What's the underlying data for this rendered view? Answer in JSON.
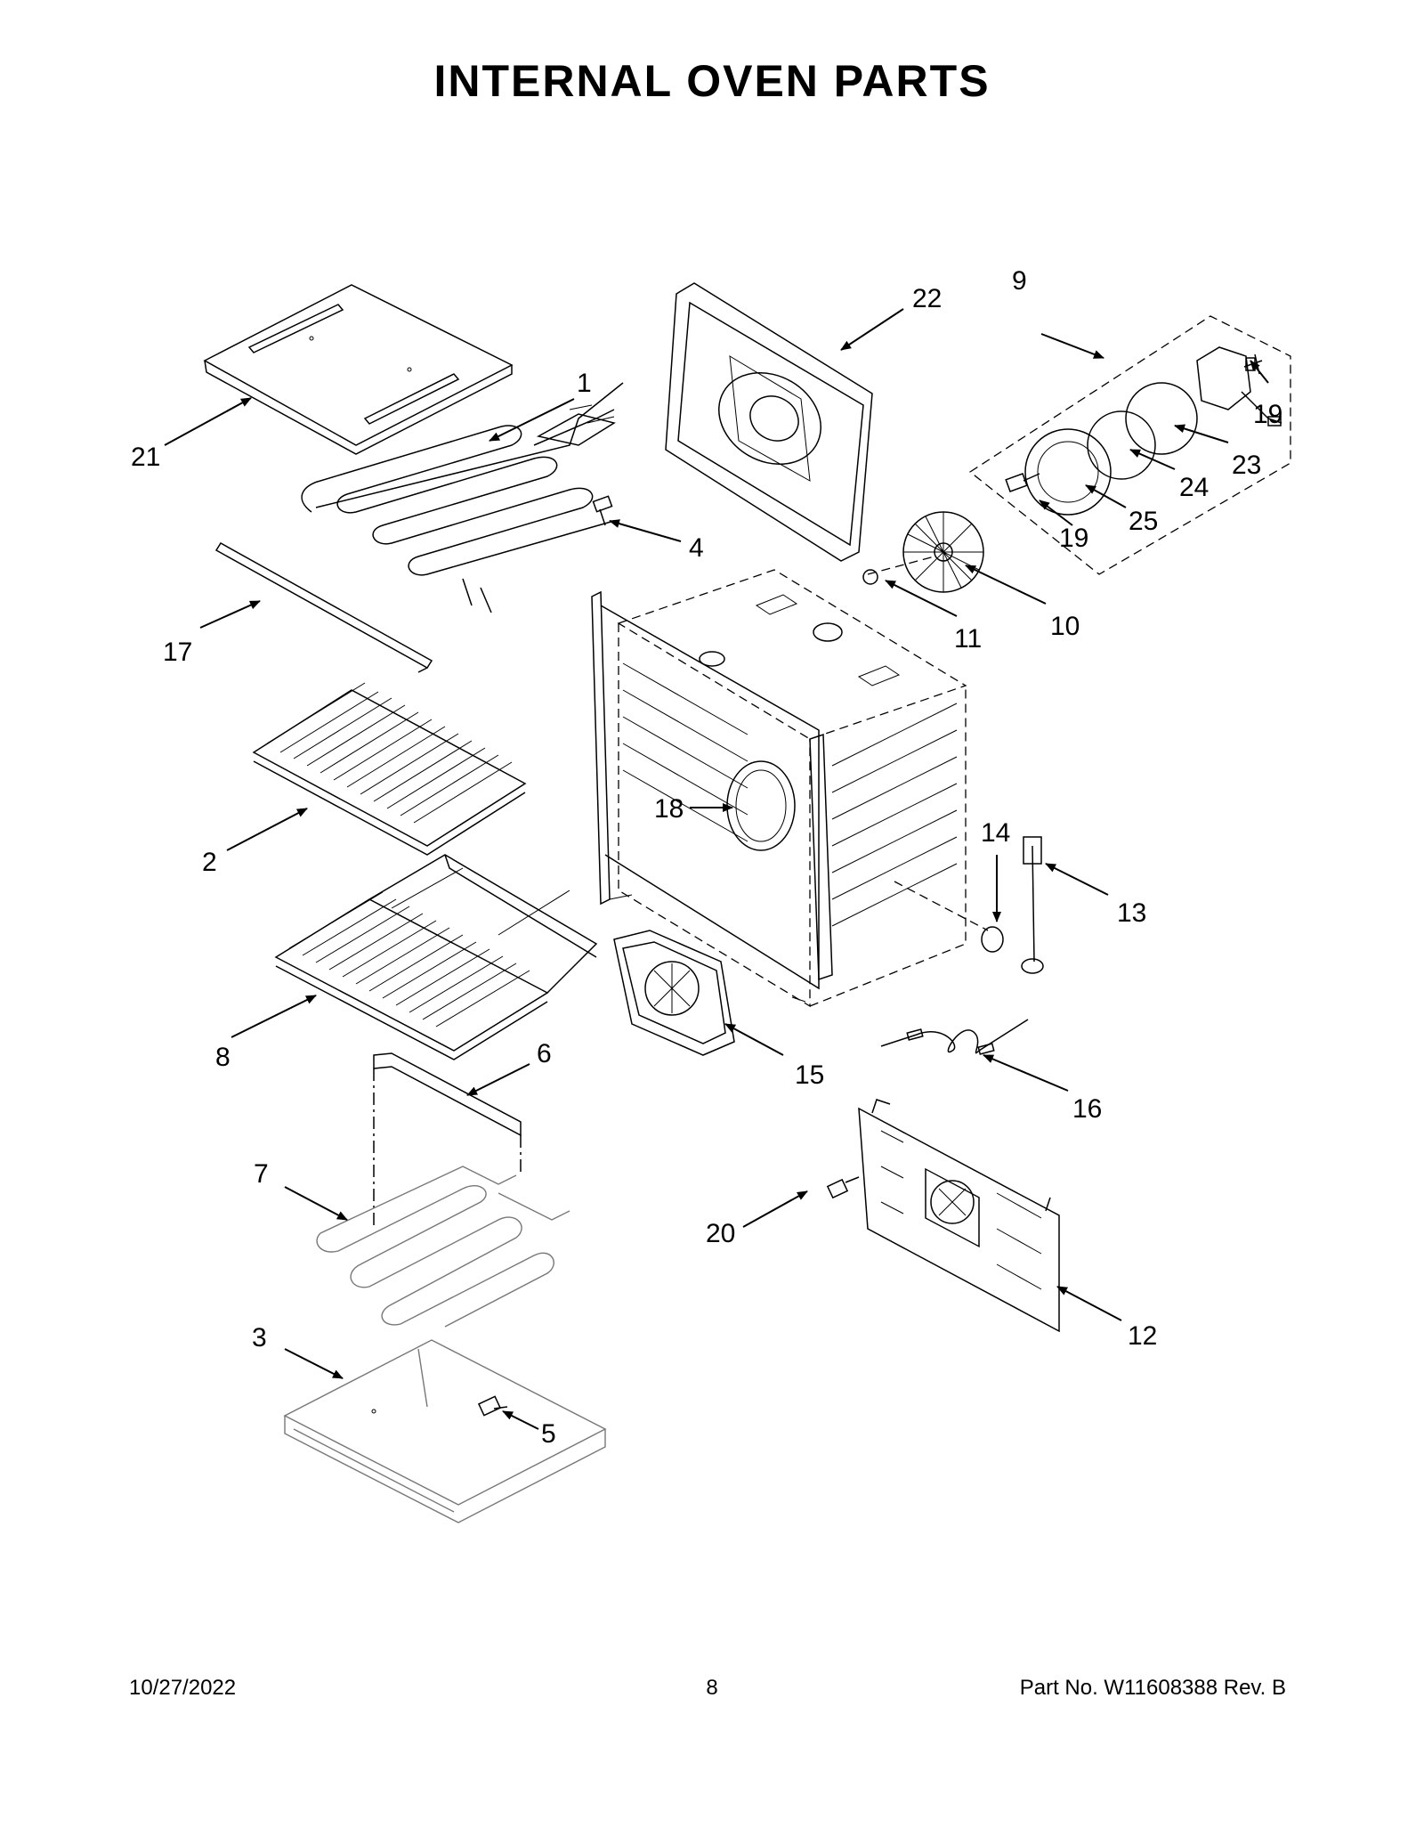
{
  "title": "INTERNAL OVEN PARTS",
  "footer": {
    "date": "10/27/2022",
    "page": "8",
    "part": "Part No.  W11608388  Rev.  B"
  },
  "callouts": [
    "1",
    "2",
    "3",
    "4",
    "5",
    "6",
    "7",
    "8",
    "9",
    "10",
    "11",
    "12",
    "13",
    "14",
    "15",
    "16",
    "17",
    "18",
    "19",
    "19",
    "20",
    "21",
    "22",
    "23",
    "24",
    "25"
  ]
}
